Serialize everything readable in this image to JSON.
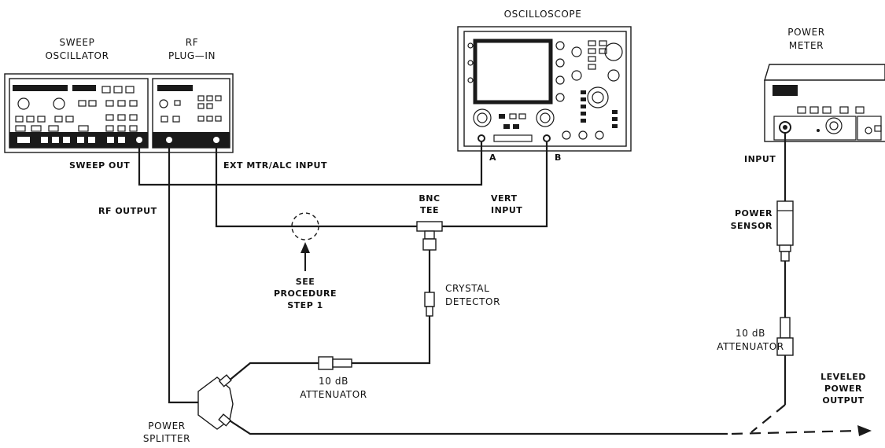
{
  "labels": {
    "sweep_osc_1": "SWEEP",
    "sweep_osc_2": "OSCILLATOR",
    "rf_plugin_1": "RF",
    "rf_plugin_2": "PLUG—IN",
    "oscilloscope": "OSCILLOSCOPE",
    "power_meter_1": "POWER",
    "power_meter_2": "METER",
    "sweep_out": "SWEEP OUT",
    "ext_mtr": "EXT MTR/ALC INPUT",
    "chan_a": "A",
    "chan_b": "B",
    "input": "INPUT",
    "rf_output": "RF OUTPUT",
    "bnc_1": "BNC",
    "bnc_2": "TEE",
    "vert_1": "VERT",
    "vert_2": "INPUT",
    "power_sensor_1": "POWER",
    "power_sensor_2": "SENSOR",
    "see_1": "SEE",
    "see_2": "PROCEDURE",
    "see_3": "STEP 1",
    "crystal_1": "CRYSTAL",
    "crystal_2": "DETECTOR",
    "atten_left_1": "10 dB",
    "atten_left_2": "ATTENUATOR",
    "atten_right_1": "10 dB",
    "atten_right_2": "ATTENUATOR",
    "leveled_1": "LEVELED",
    "leveled_2": "POWER",
    "leveled_3": "OUTPUT",
    "splitter_1": "POWER",
    "splitter_2": "SPLITTER"
  }
}
